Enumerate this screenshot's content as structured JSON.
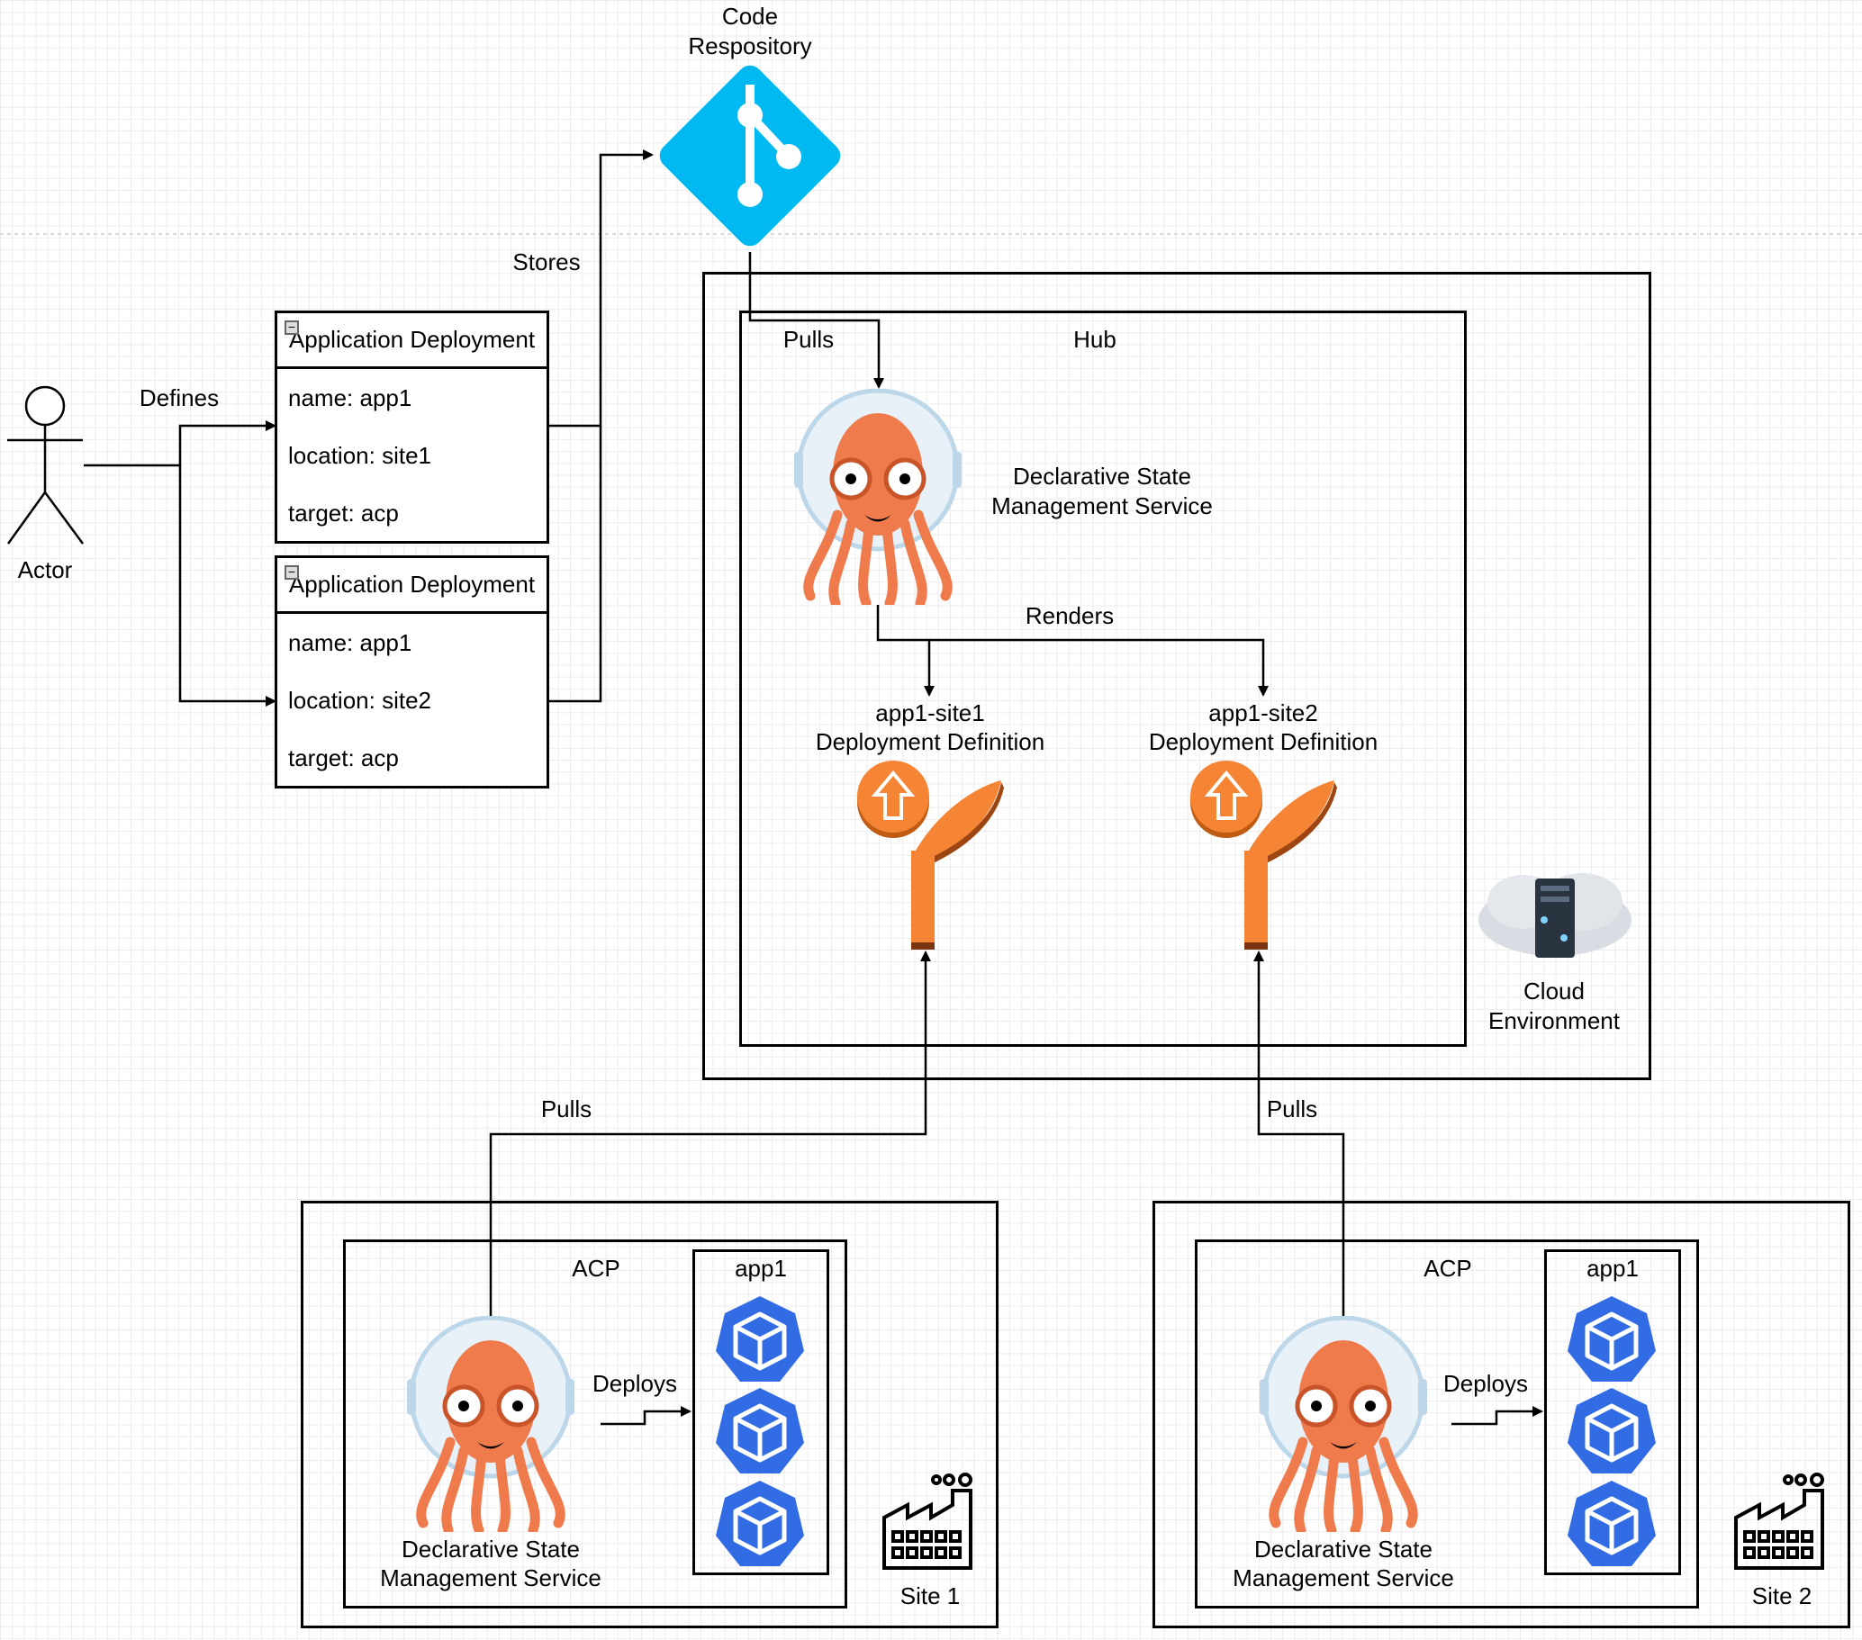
{
  "actor": {
    "label": "Actor"
  },
  "repository": {
    "label_line1": "Code",
    "label_line2": "Respository"
  },
  "edges": {
    "defines": "Defines",
    "stores": "Stores",
    "pulls_hub": "Pulls",
    "renders": "Renders",
    "pulls_site1": "Pulls",
    "pulls_site2": "Pulls",
    "deploys_site1": "Deploys",
    "deploys_site2": "Deploys"
  },
  "app_deployments": [
    {
      "title": "Application Deployment",
      "fields": [
        "name: app1",
        "location: site1",
        "target: acp"
      ]
    },
    {
      "title": "Application Deployment",
      "fields": [
        "name: app1",
        "location: site2",
        "target: acp"
      ]
    }
  ],
  "cloud": {
    "label_line1": "Cloud",
    "label_line2": "Environment",
    "hub": {
      "label": "Hub",
      "service_line1": "Declarative State",
      "service_line2": "Management Service",
      "definitions": [
        {
          "line1": "app1-site1",
          "line2": "Deployment Definition"
        },
        {
          "line1": "app1-site2",
          "line2": "Deployment Definition"
        }
      ]
    }
  },
  "sites": [
    {
      "label": "Site 1",
      "cluster": "ACP",
      "service_line1": "Declarative State",
      "service_line2": "Management Service",
      "app": "app1"
    },
    {
      "label": "Site 2",
      "cluster": "ACP",
      "service_line1": "Declarative State",
      "service_line2": "Management Service",
      "app": "app1"
    }
  ],
  "colors": {
    "git": "#00b9f1",
    "argo": "#ef7b4d",
    "aws": "#f58534",
    "k8s": "#326ce5"
  },
  "icons": [
    "actor-icon",
    "git-icon",
    "argo-octopus-icon",
    "codedeploy-icon",
    "kubernetes-pod-icon",
    "cloud-server-icon",
    "factory-icon"
  ]
}
